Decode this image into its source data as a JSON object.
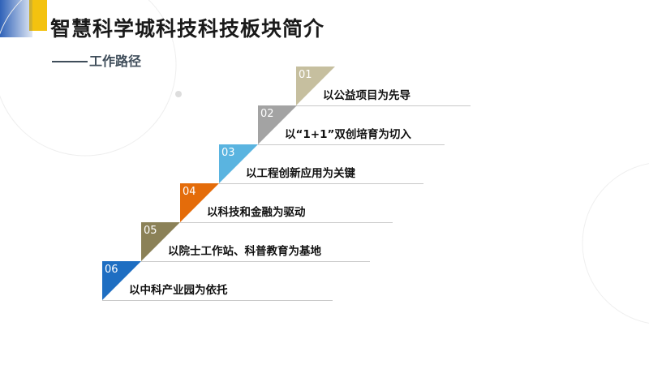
{
  "slide": {
    "title": "智慧科学城科技科技板块简介",
    "subtitle": "工作路径"
  },
  "steps": [
    {
      "num": "01",
      "label": "以公益项目为先导",
      "color": "#c6bf9f"
    },
    {
      "num": "02",
      "label": "以“1+1”双创培育为切入",
      "color": "#a3a3a3"
    },
    {
      "num": "03",
      "label": "以工程创新应用为关键",
      "color": "#5ab4e0"
    },
    {
      "num": "04",
      "label": "以科技和金融为驱动",
      "color": "#e46c0a"
    },
    {
      "num": "05",
      "label": "以院士工作站、科普教育为基地",
      "color": "#8b8157"
    },
    {
      "num": "06",
      "label": "以中科产业园为依托",
      "color": "#1e6ec2"
    }
  ],
  "colors": {
    "accent_blue": "#2f62b8",
    "accent_yellow": "#f3c20f",
    "title_text": "#1a1a1a",
    "subtitle_text": "#3f4d5a"
  }
}
